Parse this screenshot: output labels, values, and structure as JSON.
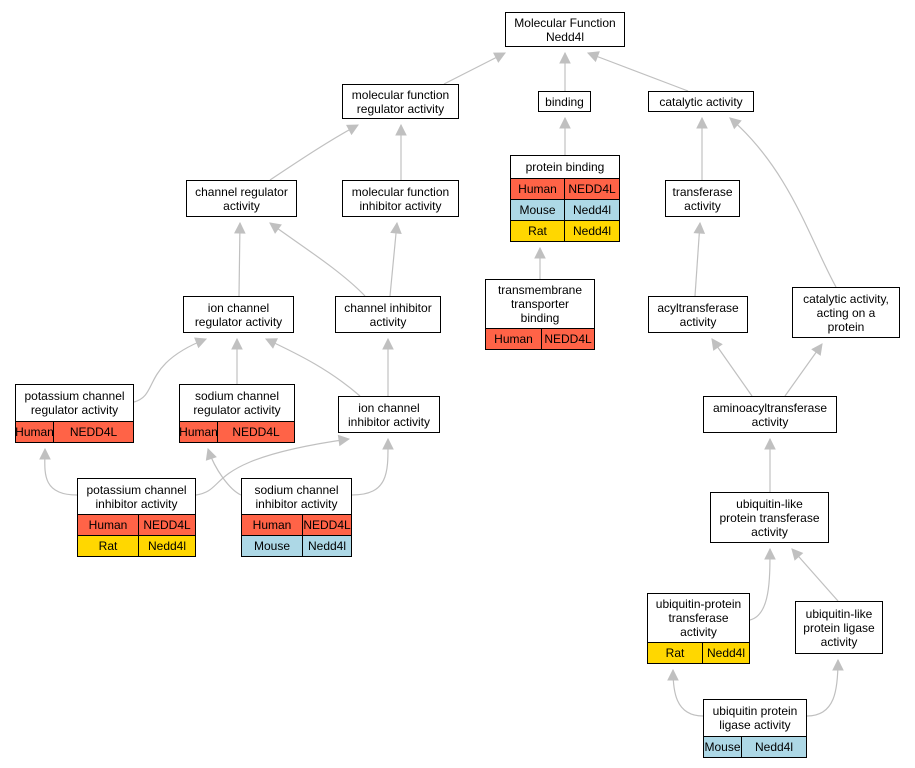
{
  "colors": {
    "Human": "#ff6347",
    "Mouse": "#add8e6",
    "Rat": "#ffd700",
    "edge": "#c0c0c0"
  },
  "nodes": {
    "root": {
      "label": "Molecular Function\nNedd4l",
      "annotations": []
    },
    "mf_regulator": {
      "label": "molecular function\nregulator activity",
      "annotations": []
    },
    "binding": {
      "label": "binding",
      "annotations": []
    },
    "catalytic": {
      "label": "catalytic activity",
      "annotations": []
    },
    "channel_regulator": {
      "label": "channel regulator\nactivity",
      "annotations": []
    },
    "mf_inhibitor": {
      "label": "molecular function\ninhibitor activity",
      "annotations": []
    },
    "protein_binding": {
      "label": "protein binding",
      "annotations": [
        {
          "species": "Human",
          "gene": "NEDD4L"
        },
        {
          "species": "Mouse",
          "gene": "Nedd4l"
        },
        {
          "species": "Rat",
          "gene": "Nedd4l"
        }
      ]
    },
    "transferase": {
      "label": "transferase\nactivity",
      "annotations": []
    },
    "ion_channel_regulator": {
      "label": "ion channel\nregulator activity",
      "annotations": []
    },
    "channel_inhibitor": {
      "label": "channel inhibitor\nactivity",
      "annotations": []
    },
    "tm_transporter_binding": {
      "label": "transmembrane\ntransporter\nbinding",
      "annotations": [
        {
          "species": "Human",
          "gene": "NEDD4L"
        }
      ]
    },
    "acyltransferase": {
      "label": "acyltransferase\nactivity",
      "annotations": []
    },
    "catalytic_on_protein": {
      "label": "catalytic activity,\nacting on a\nprotein",
      "annotations": []
    },
    "k_channel_regulator": {
      "label": "potassium channel\nregulator activity",
      "annotations": [
        {
          "species": "Human",
          "gene": "NEDD4L"
        }
      ]
    },
    "na_channel_regulator": {
      "label": "sodium channel\nregulator activity",
      "annotations": [
        {
          "species": "Human",
          "gene": "NEDD4L"
        }
      ]
    },
    "ion_channel_inhibitor": {
      "label": "ion channel\ninhibitor activity",
      "annotations": []
    },
    "aminoacyltransferase": {
      "label": "aminoacyltransferase\nactivity",
      "annotations": []
    },
    "k_channel_inhibitor": {
      "label": "potassium channel\ninhibitor activity",
      "annotations": [
        {
          "species": "Human",
          "gene": "NEDD4L"
        },
        {
          "species": "Rat",
          "gene": "Nedd4l"
        }
      ]
    },
    "na_channel_inhibitor": {
      "label": "sodium channel\ninhibitor activity",
      "annotations": [
        {
          "species": "Human",
          "gene": "NEDD4L"
        },
        {
          "species": "Mouse",
          "gene": "Nedd4l"
        }
      ]
    },
    "ubl_transferase": {
      "label": "ubiquitin-like\nprotein transferase\nactivity",
      "annotations": []
    },
    "ub_transferase": {
      "label": "ubiquitin-protein\ntransferase\nactivity",
      "annotations": [
        {
          "species": "Rat",
          "gene": "Nedd4l"
        }
      ]
    },
    "ubl_ligase": {
      "label": "ubiquitin-like\nprotein ligase\nactivity",
      "annotations": []
    },
    "ub_ligase": {
      "label": "ubiquitin protein\nligase activity",
      "annotations": [
        {
          "species": "Mouse",
          "gene": "Nedd4l"
        }
      ]
    }
  },
  "edges": [
    [
      "mf_regulator",
      "root"
    ],
    [
      "binding",
      "root"
    ],
    [
      "catalytic",
      "root"
    ],
    [
      "channel_regulator",
      "mf_regulator"
    ],
    [
      "mf_inhibitor",
      "mf_regulator"
    ],
    [
      "protein_binding",
      "binding"
    ],
    [
      "transferase",
      "catalytic"
    ],
    [
      "catalytic_on_protein",
      "catalytic"
    ],
    [
      "ion_channel_regulator",
      "channel_regulator"
    ],
    [
      "channel_inhibitor",
      "channel_regulator"
    ],
    [
      "channel_inhibitor",
      "mf_inhibitor"
    ],
    [
      "tm_transporter_binding",
      "protein_binding"
    ],
    [
      "acyltransferase",
      "transferase"
    ],
    [
      "k_channel_regulator",
      "ion_channel_regulator"
    ],
    [
      "na_channel_regulator",
      "ion_channel_regulator"
    ],
    [
      "ion_channel_inhibitor",
      "ion_channel_regulator"
    ],
    [
      "ion_channel_inhibitor",
      "channel_inhibitor"
    ],
    [
      "aminoacyltransferase",
      "acyltransferase"
    ],
    [
      "aminoacyltransferase",
      "catalytic_on_protein"
    ],
    [
      "k_channel_inhibitor",
      "k_channel_regulator"
    ],
    [
      "k_channel_inhibitor",
      "ion_channel_inhibitor"
    ],
    [
      "na_channel_inhibitor",
      "na_channel_regulator"
    ],
    [
      "na_channel_inhibitor",
      "ion_channel_inhibitor"
    ],
    [
      "ubl_transferase",
      "aminoacyltransferase"
    ],
    [
      "ub_transferase",
      "ubl_transferase"
    ],
    [
      "ubl_ligase",
      "ubl_transferase"
    ],
    [
      "ub_ligase",
      "ub_transferase"
    ],
    [
      "ub_ligase",
      "ubl_ligase"
    ]
  ]
}
